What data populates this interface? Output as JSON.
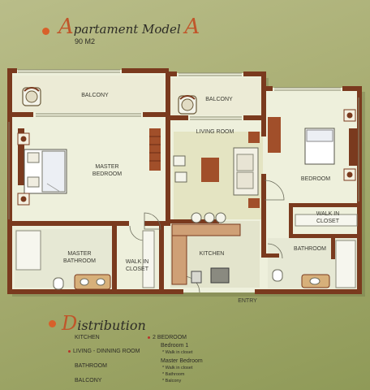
{
  "header": {
    "title_first_letter": "A",
    "title_rest": "partament Model",
    "title_model_letter": "A",
    "area": "90 M2"
  },
  "rooms": {
    "balcony_1": "BALCONY",
    "balcony_2": "BALCONY",
    "living_room": "LIVING ROOM",
    "master_bedroom": "MASTER BEDROOM",
    "bedroom": "BEDROOM",
    "walk_in_closet_1": "WALK IN CLOSET",
    "walk_in_closet_2": "WALK IN CLOSET",
    "master_bathroom": "MASTER BATHROOM",
    "kitchen": "KITCHEN",
    "bathroom": "BATHROOM",
    "entry": "ENTRY"
  },
  "distribution": {
    "title_first_letter": "D",
    "title_rest": "istribution",
    "left_items": [
      "KITCHEN",
      "LIVING - DINNING ROOM",
      "BATHROOM",
      "BALCONY"
    ],
    "right_heading": "2 BEDROOM",
    "bedroom_1": "Bedroom 1",
    "bedroom_1_sub": "Walk in closet",
    "master_bedroom": "Master Bedroom",
    "master_sub": [
      "Walk in closet",
      "Bathroom",
      "Balcony"
    ]
  },
  "colors": {
    "accent": "#d8602a",
    "wall": "#7a3a1e",
    "floor": "#eef0dc",
    "dark_floor": "#e2e3c7"
  }
}
